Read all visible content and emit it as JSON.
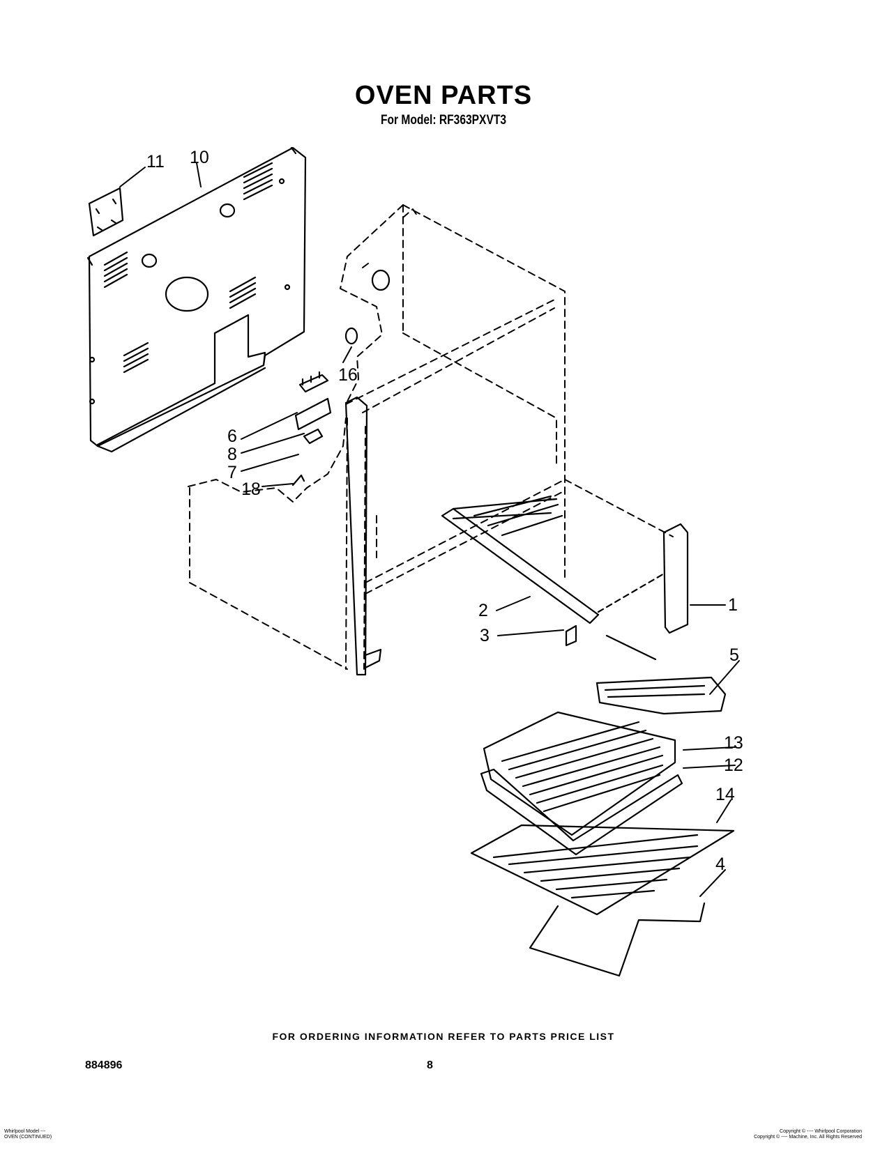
{
  "title": "OVEN PARTS",
  "subtitle": "For Model: RF363PXVT3",
  "callouts": [
    {
      "id": "c11",
      "label": "11"
    },
    {
      "id": "c10",
      "label": "10"
    },
    {
      "id": "c16",
      "label": "16"
    },
    {
      "id": "c6",
      "label": "6"
    },
    {
      "id": "c8",
      "label": "8"
    },
    {
      "id": "c7",
      "label": "7"
    },
    {
      "id": "c18",
      "label": "18"
    },
    {
      "id": "c2",
      "label": "2"
    },
    {
      "id": "c3",
      "label": "3"
    },
    {
      "id": "c1",
      "label": "1"
    },
    {
      "id": "c5",
      "label": "5"
    },
    {
      "id": "c13",
      "label": "13"
    },
    {
      "id": "c12",
      "label": "12"
    },
    {
      "id": "c14",
      "label": "14"
    },
    {
      "id": "c4",
      "label": "4"
    }
  ],
  "footer": {
    "ordering_note": "FOR ORDERING INFORMATION REFER TO PARTS PRICE LIST",
    "doc_number": "884896",
    "page_number": "8",
    "fine_print_left_1": "Whirlpool Model ---",
    "fine_print_left_2": "OVEN (CONTINUED)",
    "fine_print_right_1": "Copyright © ---- Whirlpool Corporation",
    "fine_print_right_2": "Copyright © ---- Machine, Inc. All Rights Reserved"
  }
}
